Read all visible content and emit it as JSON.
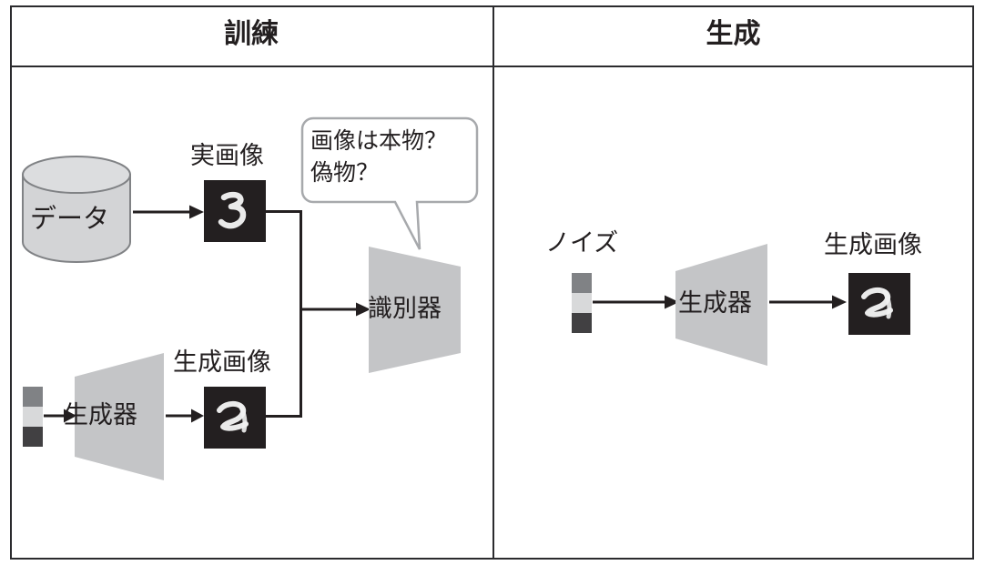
{
  "table": {
    "columns": [
      {
        "title": "訓練"
      },
      {
        "title": "生成"
      }
    ],
    "border_color": "#2b2b2e"
  },
  "training_panel": {
    "data_store_label": "データ",
    "real_image_label": "実画像",
    "real_image_digit": "3",
    "generated_image_label": "生成画像",
    "generated_image_digit": "2",
    "generator_label": "生成器",
    "discriminator_label": "識別器",
    "speech_bubble": {
      "line1": "画像は本物？",
      "line2": "偽物？"
    },
    "noise_blocks": [
      {
        "name": "noise-block-top",
        "color": "#808285"
      },
      {
        "name": "noise-block-middle",
        "color": "#d8d9da"
      },
      {
        "name": "noise-block-bottom",
        "color": "#414042"
      }
    ]
  },
  "generation_panel": {
    "noise_label": "ノイズ",
    "generator_label": "生成器",
    "generated_image_label": "生成画像",
    "generated_image_digit": "2",
    "noise_blocks": [
      {
        "name": "noise-block-top",
        "color": "#808285"
      },
      {
        "name": "noise-block-middle",
        "color": "#d8d9da"
      },
      {
        "name": "noise-block-bottom",
        "color": "#414042"
      }
    ]
  },
  "colors": {
    "trapezoid_fill": "#c4c5c7",
    "cylinder_fill": "#d3d4d6",
    "cylinder_stroke": "#808285",
    "image_background": "#231f20",
    "ink": "#231f20",
    "bubble_stroke": "#a7a9ac"
  }
}
